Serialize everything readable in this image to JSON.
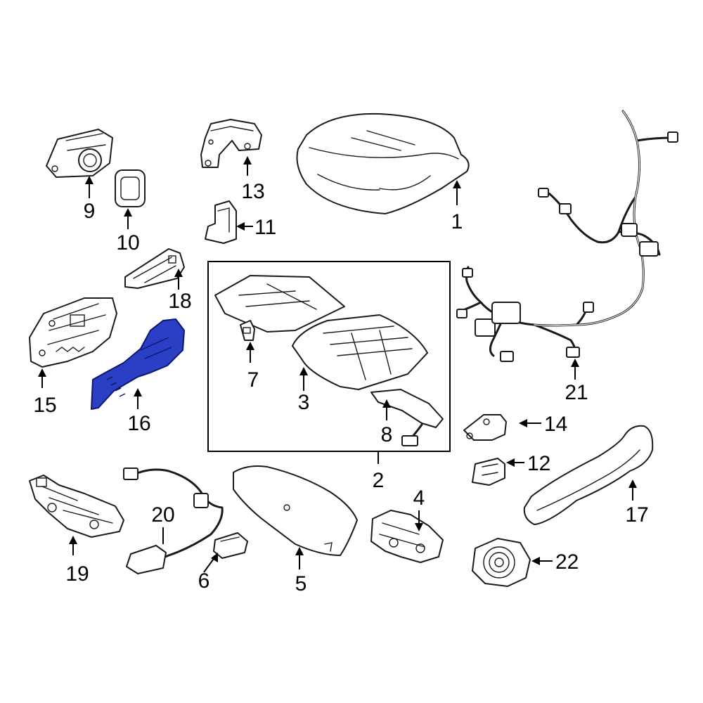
{
  "diagram": {
    "highlight_color": "#2b3fc4",
    "callouts": {
      "c1": "1",
      "c2": "2",
      "c3": "3",
      "c4": "4",
      "c5": "5",
      "c6": "6",
      "c7": "7",
      "c8": "8",
      "c9": "9",
      "c10": "10",
      "c11": "11",
      "c12": "12",
      "c13": "13",
      "c14": "14",
      "c15": "15",
      "c16": "16",
      "c17": "17",
      "c18": "18",
      "c19": "19",
      "c20": "20",
      "c21": "21",
      "c22": "22"
    }
  }
}
